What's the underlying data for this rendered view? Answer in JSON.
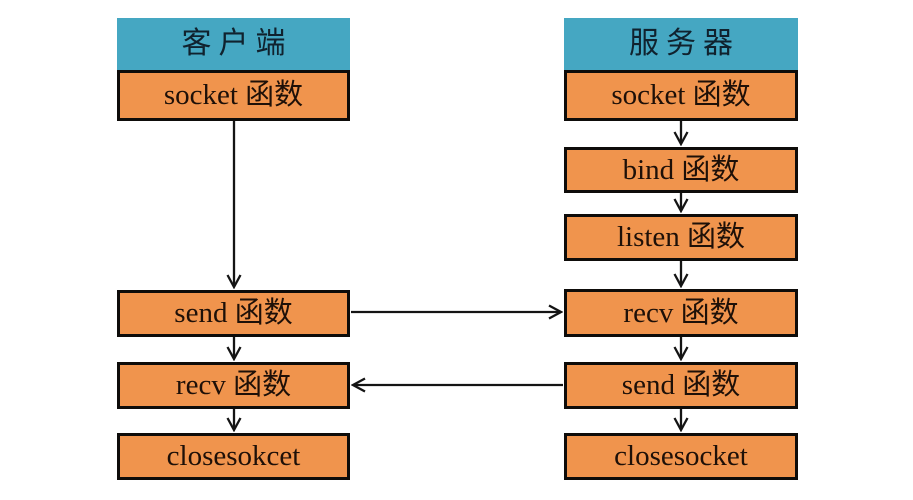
{
  "client": {
    "header": "客户端",
    "nodes": {
      "socket": "socket 函数",
      "send": "send 函数",
      "recv": "recv 函数",
      "close": "closesokcet"
    }
  },
  "server": {
    "header": "服务器",
    "nodes": {
      "socket": "socket 函数",
      "bind": "bind 函数",
      "listen": "listen 函数",
      "recv": "recv 函数",
      "send": "send 函数",
      "close": "closesocket"
    }
  },
  "colors": {
    "header_fill": "#45a7c2",
    "node_fill": "#f0944d",
    "border": "#0e0c0a",
    "arrow": "#141414",
    "text": "#1e1008"
  }
}
